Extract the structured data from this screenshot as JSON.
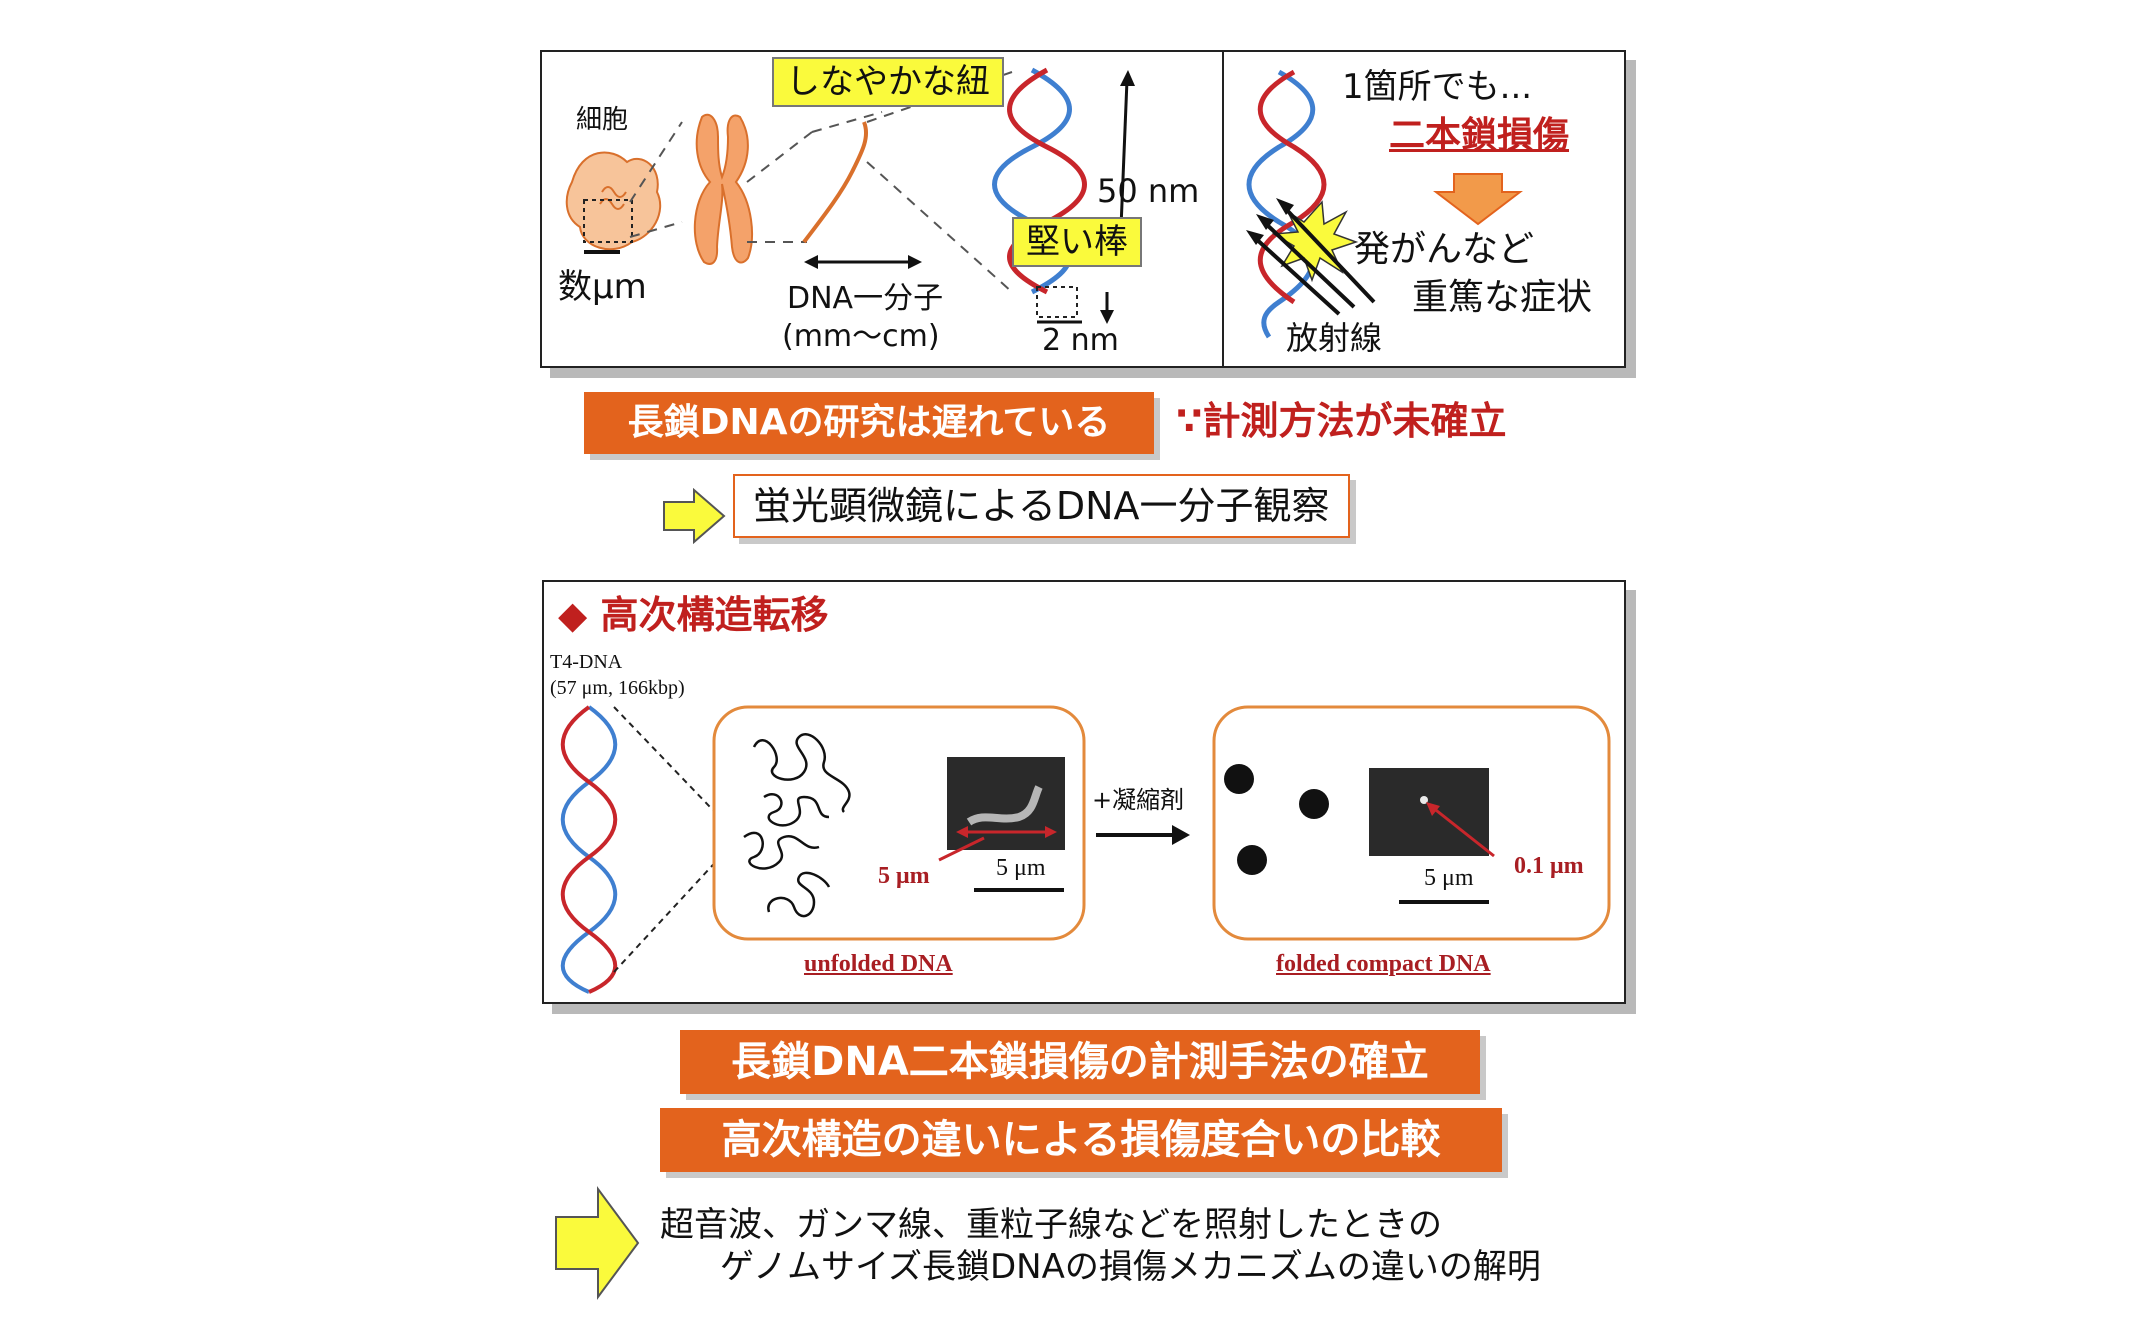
{
  "top_panel": {
    "cell_label": "細胞",
    "cell_scale": "数μm",
    "flexible_label": "しなやかな紐",
    "rigid_label": "堅い棒",
    "dna_molecule": "DNA一分子",
    "dna_length": "(mm〜cm)",
    "length_50nm": "50 nm",
    "width_2nm": "2 nm"
  },
  "damage_panel": {
    "one_site": "1箇所でも...",
    "double_strand_damage": "二本鎖損傷",
    "cancer": "発がんなど",
    "severe": "重篤な症状",
    "radiation": "放射線"
  },
  "research_banner": "長鎖DNAの研究は遅れている",
  "reason": "∵計測方法が未確立",
  "fluorescence": "蛍光顕微鏡によるDNA一分子観察",
  "transition_panel": {
    "title": "高次構造転移",
    "t4_label": "T4-DNA",
    "t4_size": "(57 μm, 166kbp)",
    "scale_5um_a": "5 μm",
    "red_5um": "5 μm",
    "condensing_agent": "+凝縮剤",
    "scale_5um_b": "5 μm",
    "red_01um": "0.1 μm",
    "unfolded": "unfolded DNA",
    "folded": "folded compact DNA"
  },
  "banner1": "長鎖DNA二本鎖損傷の計測手法の確立",
  "banner2": "高次構造の違いによる損傷度合いの比較",
  "conclusion_line1": "超音波、ガンマ線、重粒子線などを照射したときの",
  "conclusion_line2": "ゲノムサイズ長鎖DNAの損傷メカニズムの違いの解明",
  "colors": {
    "orange": "#e3631d",
    "red": "#c0201e",
    "yellow": "#fafa3c",
    "helix_blue": "#3f7fd0",
    "helix_red": "#c8262b"
  }
}
